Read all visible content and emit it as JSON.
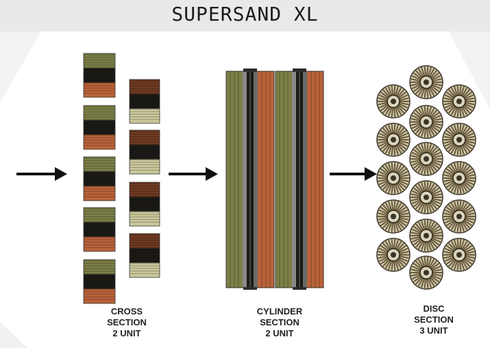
{
  "title": "SUPERSAND XL",
  "sections": [
    {
      "lines": [
        "CROSS",
        "SECTION",
        "2 UNIT"
      ]
    },
    {
      "lines": [
        "CYLINDER",
        "SECTION",
        "2 UNIT"
      ]
    },
    {
      "lines": [
        "DISC",
        "SECTION",
        "3 UNIT"
      ]
    }
  ],
  "colors": {
    "olive": "#7c7f47",
    "copper": "#b9623a",
    "dark_band": "#1c1a16",
    "cream": "#c9c79a",
    "brown": "#6e3a22",
    "disc": "#6a5a3a",
    "arrow": "#111111"
  },
  "icons": [
    "right-arrow-icon",
    "right-arrow-icon",
    "right-arrow-icon"
  ]
}
